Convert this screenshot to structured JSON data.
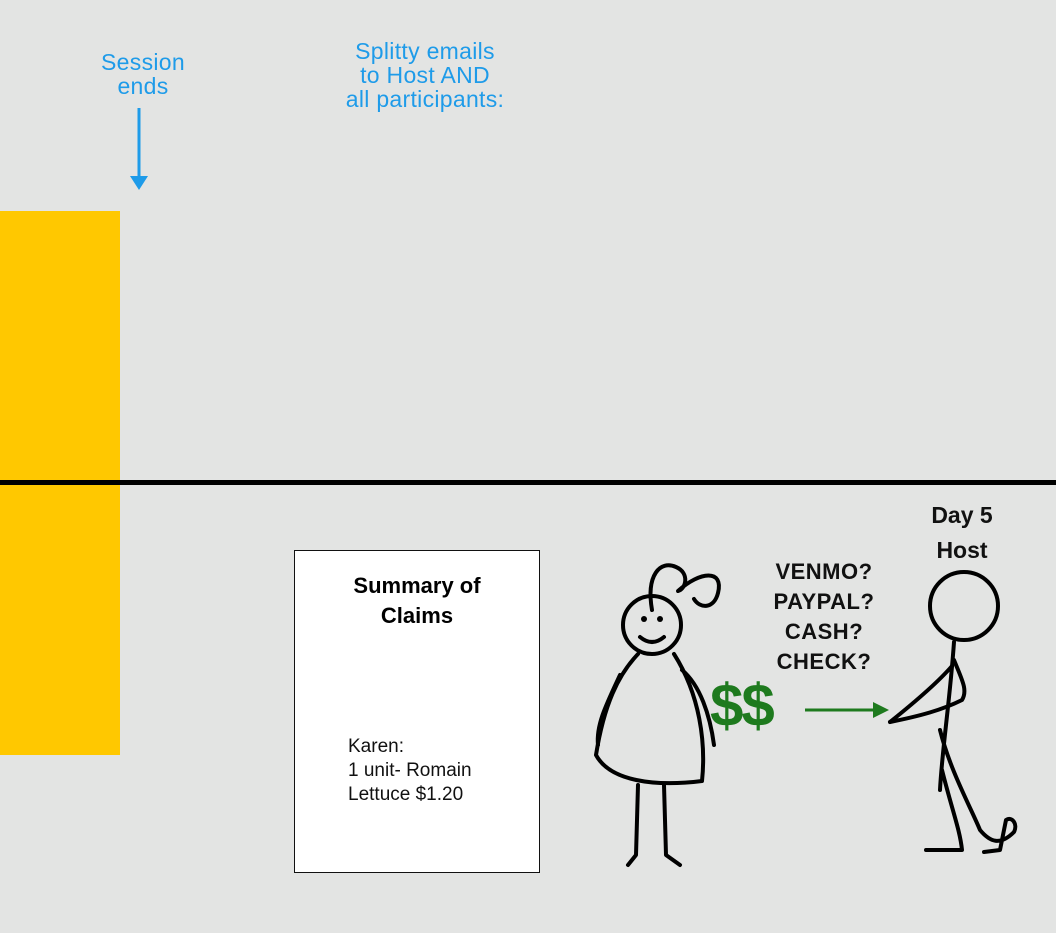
{
  "session_label": "Session\nends",
  "splitty_label": "Splitty emails\nto Host AND\nall participants:",
  "document": {
    "title": "Summary of\nClaims",
    "body": "Karen:\n1 unit- Romain\nLettuce $1.20"
  },
  "payment_methods": "VENMO?\nPAYPAL?\nCASH?\nCHECK?",
  "day_label": "Day 5",
  "host_label": "Host",
  "money_label": "$$",
  "colors": {
    "background": "#e3e4e3",
    "annotation_blue": "#1e9be9",
    "timeline_yellow": "#ffc800",
    "money_green": "#1e7a1e"
  }
}
